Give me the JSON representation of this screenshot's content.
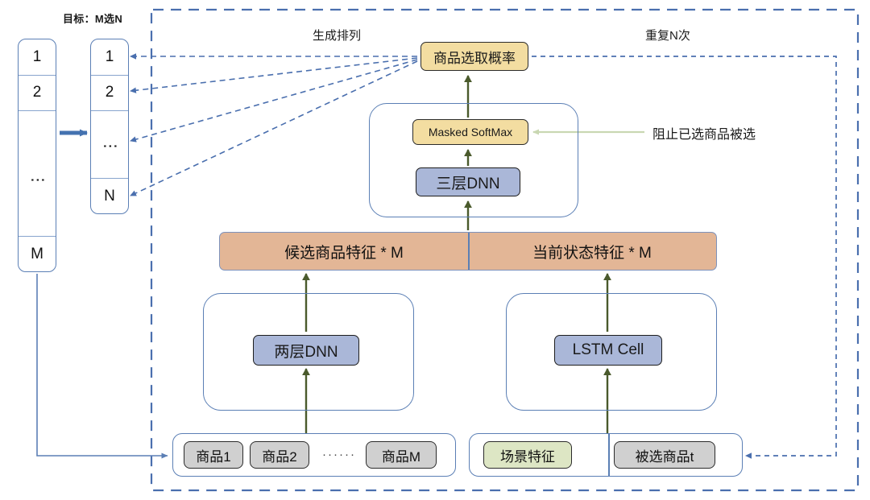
{
  "diagram": {
    "title": "目标：M选N",
    "lane_labels": {
      "generate": "生成排列",
      "repeat": "重复N次"
    },
    "annotations": {
      "mask_note": "阻止已选商品被选"
    }
  },
  "source_column": {
    "name": "candidate-permutation-column",
    "cells": [
      "1",
      "2",
      "⋮",
      "M"
    ]
  },
  "target_column": {
    "name": "selected-permutation-column",
    "cells": [
      "1",
      "2",
      "⋮",
      "N"
    ]
  },
  "nodes": {
    "probability": "商品选取概率",
    "masked_softmax": "Masked SoftMax",
    "dnn_three_layer": "三层DNN",
    "dnn_two_layer": "两层DNN",
    "lstm_cell": "LSTM Cell"
  },
  "feature_bar": {
    "left": "候选商品特征 * M",
    "right": "当前状态特征 * M"
  },
  "inputs": {
    "items": [
      "商品1",
      "商品2",
      "商品M"
    ],
    "items_ellipsis": "······",
    "scene_feature": "场景特征",
    "selected_item": "被选商品t"
  },
  "colors": {
    "tan_fill": "#f3dda1",
    "blue_fill": "#aab7d8",
    "gray_fill": "#d0d0d0",
    "green_fill": "#dde6c4",
    "salmon_fill": "#e3b696",
    "outline_blue": "#5b7fb5",
    "arrow_dark_green": "#4a5a2c",
    "arrow_dashed_blue": "#4a6fae",
    "arrow_light_green": "#c9d7b2"
  }
}
